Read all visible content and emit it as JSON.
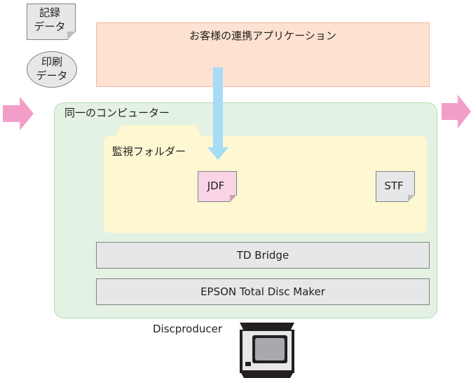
{
  "inputs": {
    "recording_data": "記録\nデータ",
    "print_data": "印刷\nデータ"
  },
  "application": {
    "title": "お客様の連携アプリケーション"
  },
  "computer": {
    "label": "同一のコンピューター",
    "folder": {
      "label": "監視フォルダー",
      "files": [
        "JDF",
        "STF"
      ]
    },
    "software": [
      "TD Bridge",
      "EPSON Total Disc Maker"
    ]
  },
  "device": {
    "label": "Discproducer"
  },
  "colors": {
    "app_box": "#fde2d2",
    "computer_box": "#e3f2e3",
    "folder": "#fdf8d2",
    "jdf_file": "#f9d3e6",
    "flow_arrow": "#a6dcf5",
    "side_arrows": "#f29ec8",
    "software_bar": "#e6e7e8"
  }
}
